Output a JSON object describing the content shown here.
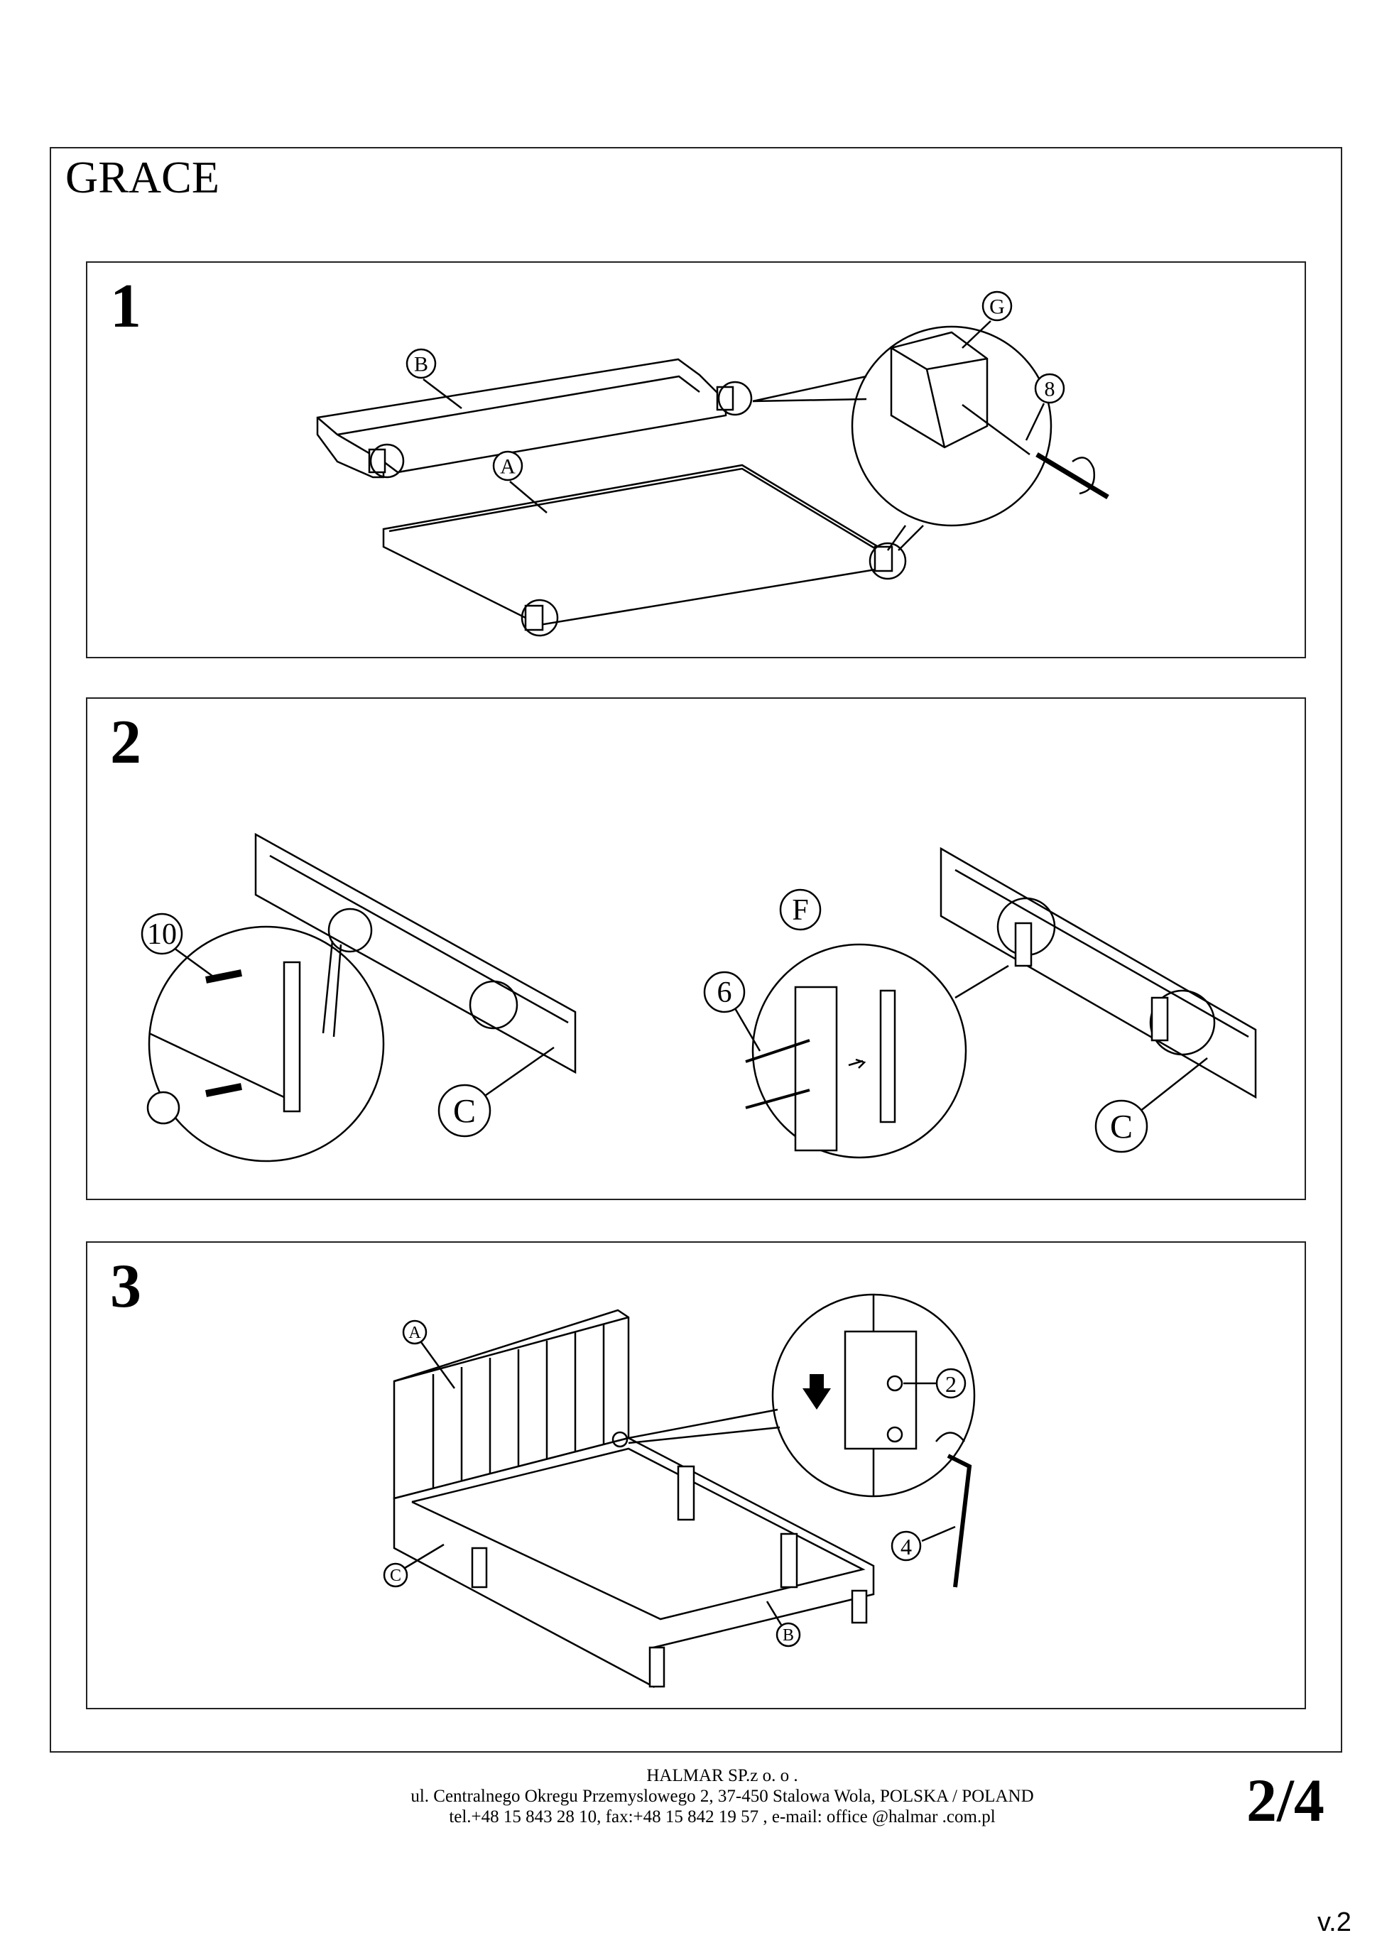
{
  "document": {
    "title": "GRACE",
    "page_number": "2/4",
    "version": "v.2"
  },
  "steps": [
    {
      "number": "1",
      "labels": {
        "B": "B",
        "A": "A",
        "G": "G",
        "screw": "8"
      }
    },
    {
      "number": "2",
      "labels": {
        "dowel": "10",
        "F": "F",
        "screw": "6",
        "C_left": "C",
        "C_right": "C"
      }
    },
    {
      "number": "3",
      "labels": {
        "A": "A",
        "C": "C",
        "B": "B",
        "bolt": "2",
        "key": "4"
      }
    }
  ],
  "footer": {
    "company": "HALMAR SP.z o. o .",
    "address": "ul. Centralnego Okregu Przemyslowego 2, 37-450 Stalowa Wola, POLSKA / POLAND",
    "contact": "tel.+48 15 843 28 10, fax:+48 15 842 19 57 , e-mail: office @halmar .com.pl"
  }
}
